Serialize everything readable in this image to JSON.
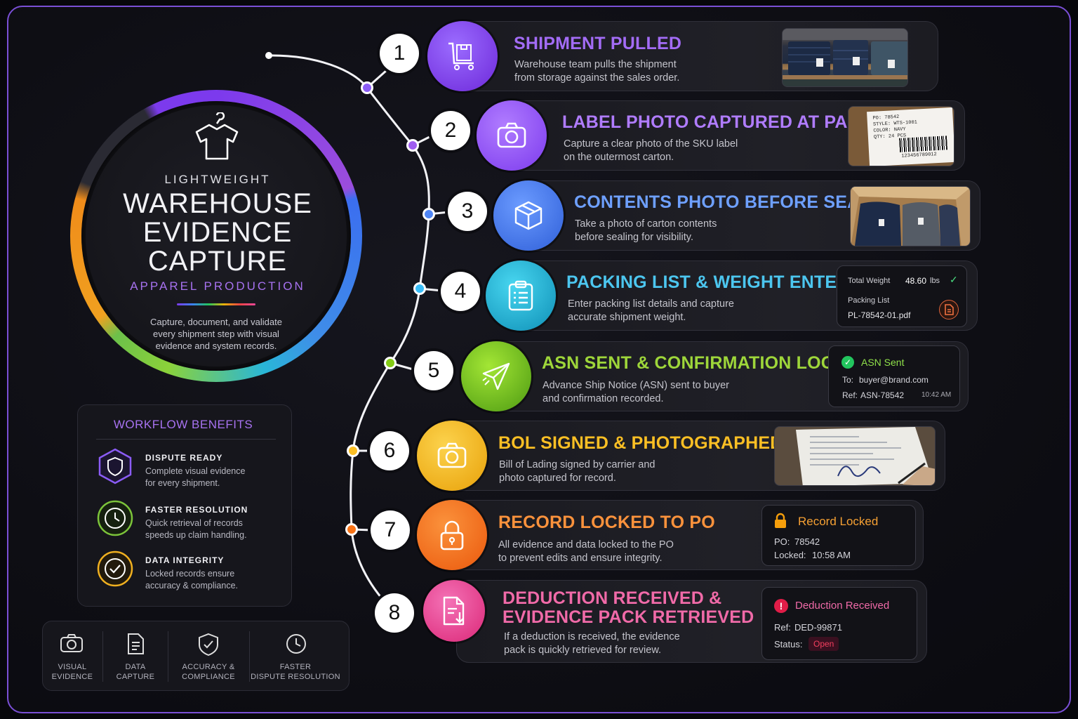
{
  "hero": {
    "kicker": "LIGHTWEIGHT",
    "title_lines": [
      "WAREHOUSE",
      "EVIDENCE",
      "CAPTURE"
    ],
    "subtitle": "APPAREL PRODUCTION",
    "description": "Capture, document, and validate every shipment step with visual evidence and system records.",
    "icon": "t-shirt-hanger-icon"
  },
  "benefits": {
    "title": "WORKFLOW BENEFITS",
    "items": [
      {
        "heading": "DISPUTE READY",
        "text": "Complete visual evidence for every shipment.",
        "icon": "shield-icon",
        "color": "#8b5cf6"
      },
      {
        "heading": "FASTER RESOLUTION",
        "text": "Quick retrieval of records speeds up claim handling.",
        "icon": "clock-icon",
        "color": "#7cc43a"
      },
      {
        "heading": "DATA INTEGRITY",
        "text": "Locked records ensure accuracy & compliance.",
        "icon": "check-circle-icon",
        "color": "#f0b020"
      }
    ]
  },
  "bottom_bar": [
    {
      "label_1": "VISUAL",
      "label_2": "EVIDENCE",
      "icon": "camera-icon"
    },
    {
      "label_1": "DATA",
      "label_2": "CAPTURE",
      "icon": "document-icon"
    },
    {
      "label_1": "ACCURACY &",
      "label_2": "COMPLIANCE",
      "icon": "shield-check-icon"
    },
    {
      "label_1": "FASTER",
      "label_2": "DISPUTE RESOLUTION",
      "icon": "clock-icon"
    }
  ],
  "steps": [
    {
      "number": "1",
      "title": "SHIPMENT PULLED",
      "desc_1": "Warehouse team pulls the shipment",
      "desc_2": "from storage against the sales order.",
      "color": "#8b5cf6",
      "icon": "cart-boxes-icon"
    },
    {
      "number": "2",
      "title": "LABEL PHOTO CAPTURED AT PACK",
      "desc_1": "Capture a clear photo of the SKU label",
      "desc_2": "on the outermost carton.",
      "color": "#9f5cf0",
      "icon": "camera-icon",
      "label": {
        "po": "PO: 78542",
        "style": "STYLE: WTS-1001",
        "color": "COLOR: NAVY",
        "qty": "QTY: 24 PCS",
        "barcode": "123456789012"
      }
    },
    {
      "number": "3",
      "title": "CONTENTS PHOTO BEFORE SEAL",
      "desc_1": "Take a photo of carton contents",
      "desc_2": "before sealing for visibility.",
      "color": "#4f86f7",
      "icon": "box-icon"
    },
    {
      "number": "4",
      "title": "PACKING LIST & WEIGHT ENTERED",
      "desc_1": "Enter packing list details and capture",
      "desc_2": "accurate shipment weight.",
      "color": "#38bdf8",
      "icon": "clipboard-list-icon",
      "panel": {
        "weight_label": "Total Weight",
        "weight_value": "48.60",
        "weight_unit": "lbs",
        "list_label": "Packing List",
        "list_file": "PL-78542-01.pdf"
      }
    },
    {
      "number": "5",
      "title": "ASN SENT & CONFIRMATION LOGGED",
      "desc_1": "Advance Ship Notice (ASN) sent to buyer",
      "desc_2": "and confirmation recorded.",
      "color": "#84cc16",
      "icon": "paper-plane-icon",
      "panel": {
        "status": "ASN Sent",
        "to_label": "To:",
        "to_value": "buyer@brand.com",
        "ref_label": "Ref:",
        "ref_value": "ASN-78542",
        "time": "10:42 AM"
      }
    },
    {
      "number": "6",
      "title": "BOL SIGNED & PHOTOGRAPHED",
      "desc_1": "Bill of Lading signed by carrier and",
      "desc_2": "photo captured for record.",
      "color": "#fbbf24",
      "icon": "camera-icon"
    },
    {
      "number": "7",
      "title": "RECORD LOCKED TO PO",
      "desc_1": "All evidence and data locked to the PO",
      "desc_2": "to prevent edits and ensure integrity.",
      "color": "#f97316",
      "icon": "padlock-icon",
      "panel": {
        "status": "Record Locked",
        "po_label": "PO:",
        "po_value": "78542",
        "locked_label": "Locked:",
        "locked_value": "10:58 AM"
      }
    },
    {
      "number": "8",
      "title_1": "DEDUCTION RECEIVED &",
      "title_2": "EVIDENCE PACK RETRIEVED",
      "desc_1": "If a deduction is received, the evidence",
      "desc_2": "pack is quickly retrieved for review.",
      "color": "#ec4899",
      "icon": "document-download-icon",
      "panel": {
        "status": "Deduction Received",
        "ref_label": "Ref:",
        "ref_value": "DED-99871",
        "status_label": "Status:",
        "status_value": "Open"
      }
    }
  ]
}
